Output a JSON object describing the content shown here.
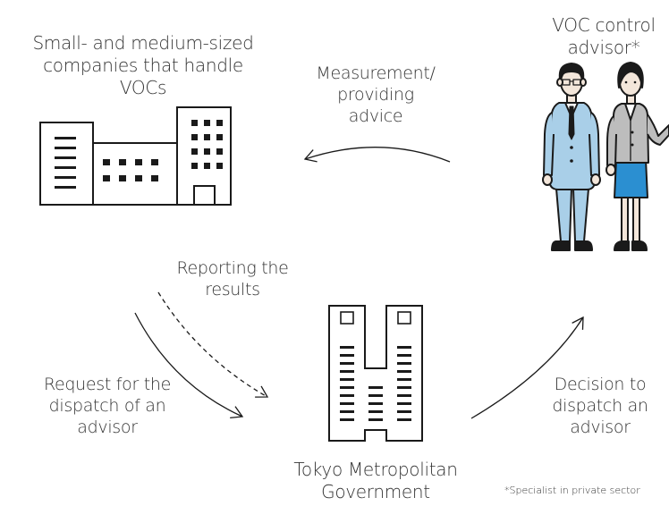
{
  "companies": {
    "lines": [
      "Small- and medium-sized",
      "companies that handle",
      "VOCs"
    ]
  },
  "advisor": {
    "lines": [
      "VOC control",
      "advisor*"
    ]
  },
  "government": {
    "lines": [
      "Tokyo Metropolitan",
      "Government"
    ]
  },
  "arrows": {
    "measurement": [
      "Measurement/",
      "providing",
      "advice"
    ],
    "reporting": [
      "Reporting the",
      "results"
    ],
    "request": [
      "Request for the",
      "dispatch of an",
      "advisor"
    ],
    "decision": [
      "Decision to",
      "dispatch an",
      "advisor"
    ]
  },
  "footnote": "*Specialist in private sector",
  "colors": {
    "text": "#333333",
    "outline": "#1a1a1a",
    "suit": "#a9cfe8",
    "skirt": "#2b8fd1",
    "cardigan": "#bdbdbd",
    "skin": "#f3e6da"
  }
}
